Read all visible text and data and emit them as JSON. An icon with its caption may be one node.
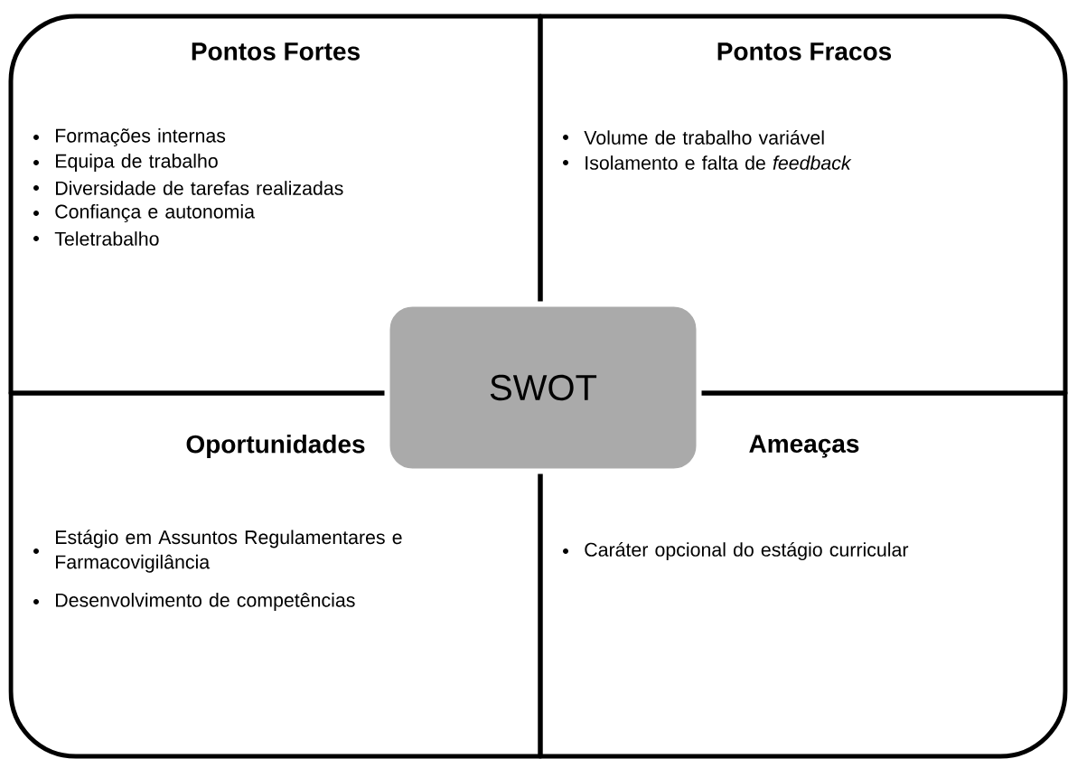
{
  "diagram": {
    "nodes": [
      {
        "text": [
          "Pontos Fortes",
          "Formações internas",
          "Equipa de trabalho",
          "Diversidade de tarefas realizadas",
          "Confiança e autonomia",
          "Teletrabalho"
        ]
      },
      {
        "text": [
          "Pontos Fracos",
          "Volume de trabalho variável",
          "Isolamento e falta de *feedback*"
        ]
      },
      {
        "text": [
          "SWOT"
        ]
      },
      {
        "text": [
          "Oportunidades",
          "Estágio em Assuntos Regulamentares e Farmacovigilância",
          "Desenvolvimento de competências"
        ]
      },
      {
        "text": [
          "Ameaças",
          "Caráter opcional do estágio curricular"
        ]
      }
    ]
  }
}
